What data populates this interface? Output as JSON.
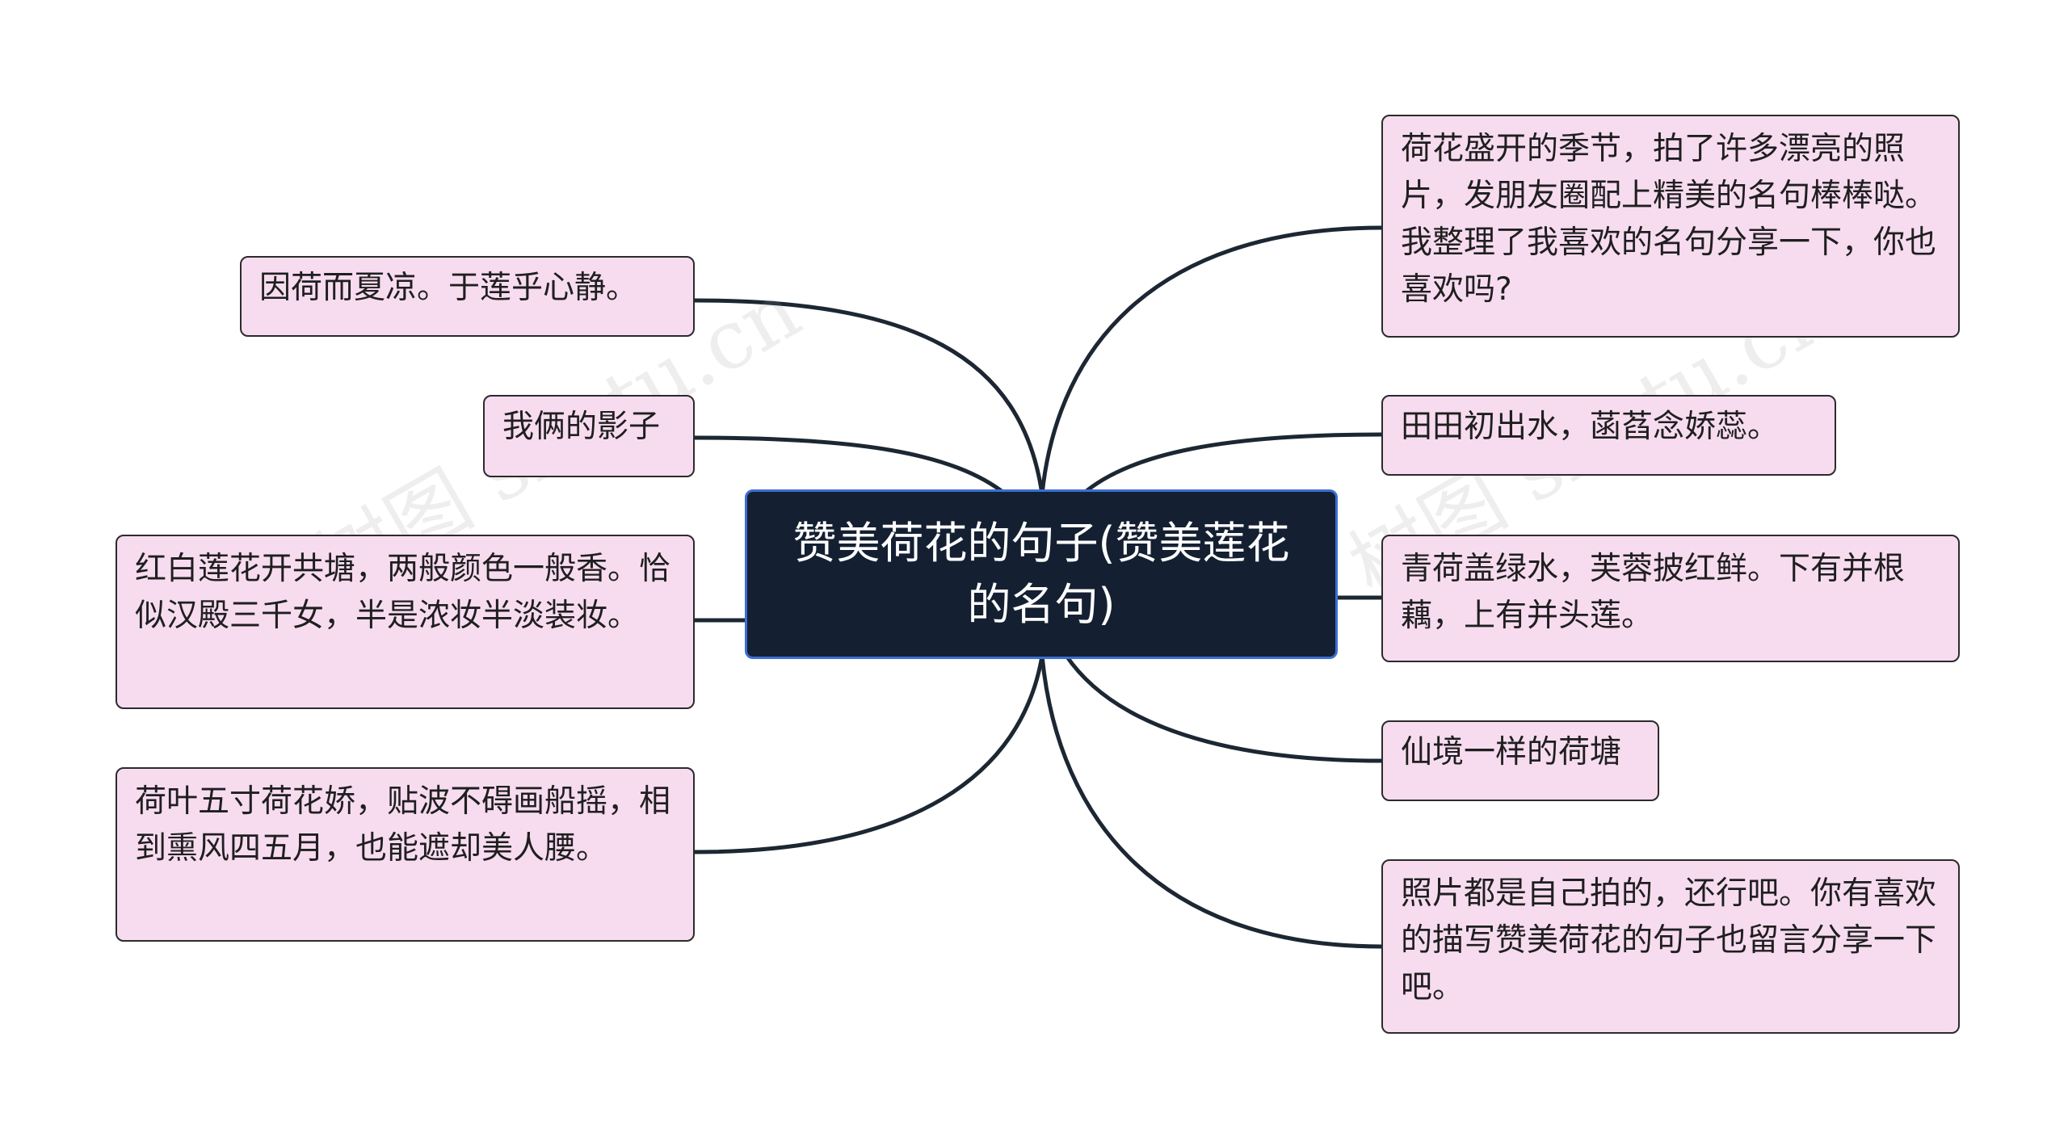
{
  "mindmap": {
    "center": {
      "label": "赞美荷花的句子(赞美莲花的名句)"
    },
    "left_nodes": [
      {
        "label": "因荷而夏凉。于莲乎心静。"
      },
      {
        "label": "我俩的影子"
      },
      {
        "label": "红白莲花开共塘，两般颜色一般香。恰似汉殿三千女，半是浓妆半淡装妆。"
      },
      {
        "label": "荷叶五寸荷花娇，贴波不碍画船摇，相到熏风四五月，也能遮却美人腰。"
      }
    ],
    "right_nodes": [
      {
        "label": "荷花盛开的季节，拍了许多漂亮的照片，发朋友圈配上精美的名句棒棒哒。我整理了我喜欢的名句分享一下，你也喜欢吗?"
      },
      {
        "label": "田田初出水，菡萏念娇蕊。"
      },
      {
        "label": "青荷盖绿水，芙蓉披红鲜。下有并根藕，上有并头莲。"
      },
      {
        "label": "仙境一样的荷塘"
      },
      {
        "label": "照片都是自己拍的，还行吧。你有喜欢的描写赞美荷花的句子也留言分享一下吧。"
      }
    ],
    "colors": {
      "center_fill": "#142032",
      "center_border": "#3a6fd6",
      "node_fill": "#f7dcf0",
      "node_border": "#2b2b2b",
      "link": "#1c2733"
    }
  },
  "watermark": {
    "text": "树图 shutu.cn"
  }
}
